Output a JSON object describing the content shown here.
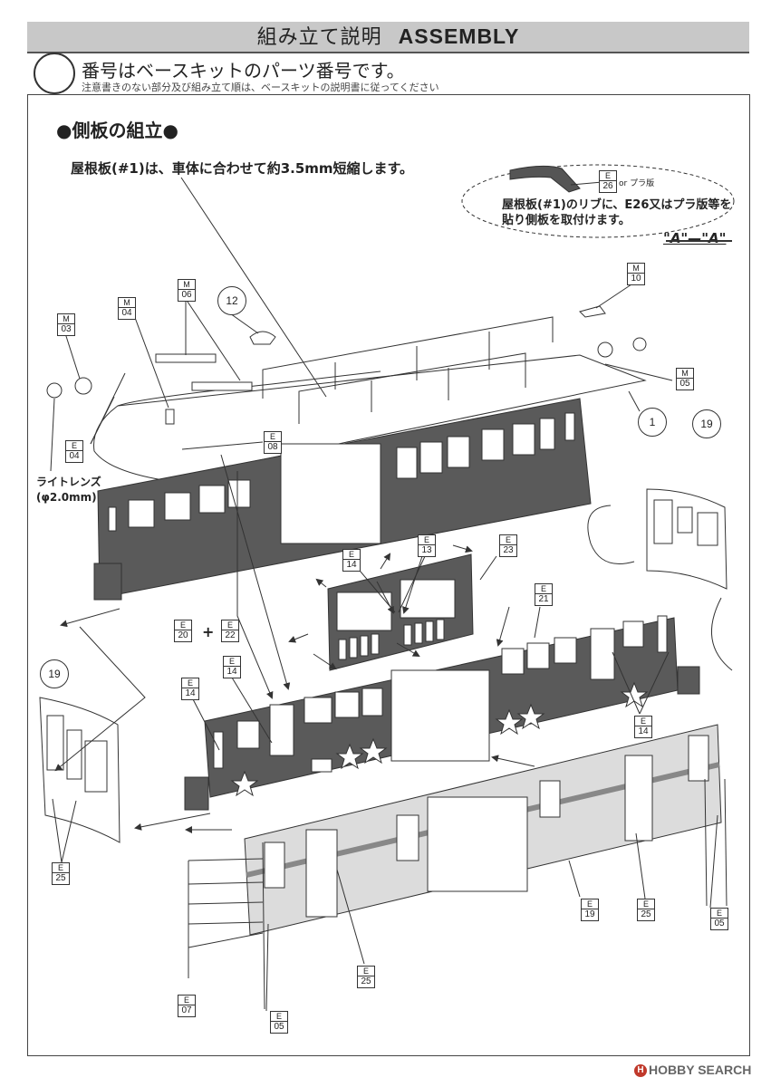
{
  "header": {
    "title_jp": "組み立て説明",
    "title_en": "ASSEMBLY"
  },
  "notes": {
    "main": "番号はベースキットのパーツ番号です。",
    "sub": "注意書きのない部分及び組み立て順は、ベースキットの説明書に従ってください"
  },
  "section": {
    "title": "●側板の組立●"
  },
  "roof_note": "屋根板(#1)は、車体に合わせて約3.5mm短縮します。",
  "rib_note": {
    "line1": "屋根板(#1)のリブに、E26又はプラ版等を",
    "line2": "貼り側板を取付けます。",
    "pla": "or プラ版",
    "aa": "\"A\"—\"A\""
  },
  "light_lens": {
    "line1": "ライトレンズ",
    "line2": "(φ2.0mm)"
  },
  "tags": {
    "m03": {
      "letter": "M",
      "num": "03"
    },
    "m04": {
      "letter": "M",
      "num": "04"
    },
    "m06": {
      "letter": "M",
      "num": "06"
    },
    "m10": {
      "letter": "M",
      "num": "10"
    },
    "m05": {
      "letter": "M",
      "num": "05"
    },
    "e04": {
      "letter": "E",
      "num": "04"
    },
    "e08": {
      "letter": "E",
      "num": "08"
    },
    "e26": {
      "letter": "E",
      "num": "26"
    },
    "e14a": {
      "letter": "E",
      "num": "14"
    },
    "e13": {
      "letter": "E",
      "num": "13"
    },
    "e23": {
      "letter": "E",
      "num": "23"
    },
    "e21": {
      "letter": "E",
      "num": "21"
    },
    "e20": {
      "letter": "E",
      "num": "20"
    },
    "e22": {
      "letter": "E",
      "num": "22"
    },
    "e14b": {
      "letter": "E",
      "num": "14"
    },
    "e14c": {
      "letter": "E",
      "num": "14"
    },
    "e14d": {
      "letter": "E",
      "num": "14"
    },
    "e25a": {
      "letter": "E",
      "num": "25"
    },
    "e19": {
      "letter": "E",
      "num": "19"
    },
    "e25b": {
      "letter": "E",
      "num": "25"
    },
    "e05a": {
      "letter": "E",
      "num": "05"
    },
    "e25c": {
      "letter": "E",
      "num": "25"
    },
    "e07": {
      "letter": "E",
      "num": "07"
    },
    "e05b": {
      "letter": "E",
      "num": "05"
    }
  },
  "rings": {
    "r12": "12",
    "r1": "1",
    "r19a": "19",
    "r19b": "19"
  },
  "plus_sign": "+",
  "watermark": {
    "icon": "H",
    "text": "HOBBY SEARCH"
  }
}
